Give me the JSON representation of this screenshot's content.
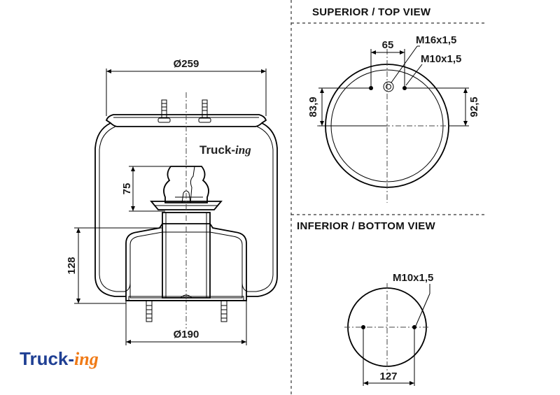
{
  "side_view": {
    "dim_top_diameter": "Ø259",
    "dim_piston_height": "75",
    "dim_lower_height": "128",
    "dim_bottom_diameter": "Ø190"
  },
  "watermark": {
    "part1": "Truck-",
    "part2": "ing"
  },
  "logo": {
    "part1": "Truck-",
    "part2": "ing",
    "color_primary": "#1f3f93",
    "color_accent": "#f07a16"
  },
  "top_view": {
    "heading": "SUPERIOR / TOP VIEW",
    "dim_bolt_spacing": "65",
    "label_thread_large": "M16x1,5",
    "label_thread_small": "M10x1,5",
    "dim_offset_left": "83,9",
    "dim_offset_right": "92,5"
  },
  "bottom_view": {
    "heading": "INFERIOR / BOTTOM VIEW",
    "label_thread": "M10x1,5",
    "dim_bolt_spacing": "127"
  }
}
